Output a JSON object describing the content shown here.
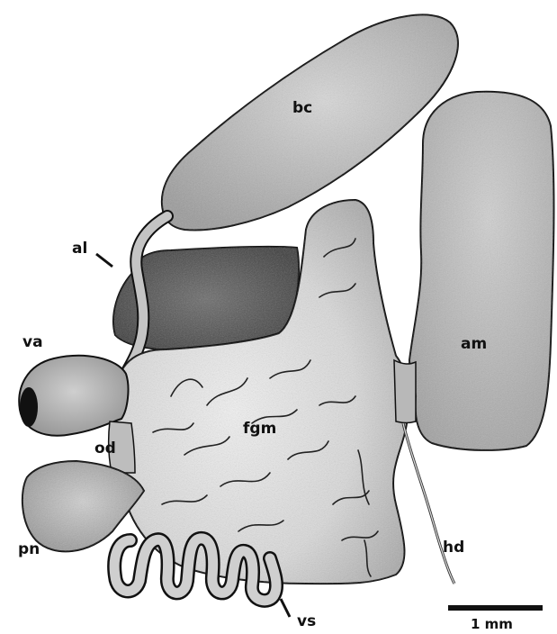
{
  "labels": {
    "bc": "bc",
    "am": "am",
    "al": "al",
    "va": "va",
    "od": "od",
    "fgm": "fgm",
    "pn": "pn",
    "hd": "hd",
    "vs": "vs"
  },
  "scale_bar": {
    "label": "1 mm"
  },
  "colors": {
    "organ_light": "#c9c9c9",
    "organ_gland": "#b3b3b3",
    "organ_dark": "#4a4a4a",
    "outline": "#111111"
  }
}
